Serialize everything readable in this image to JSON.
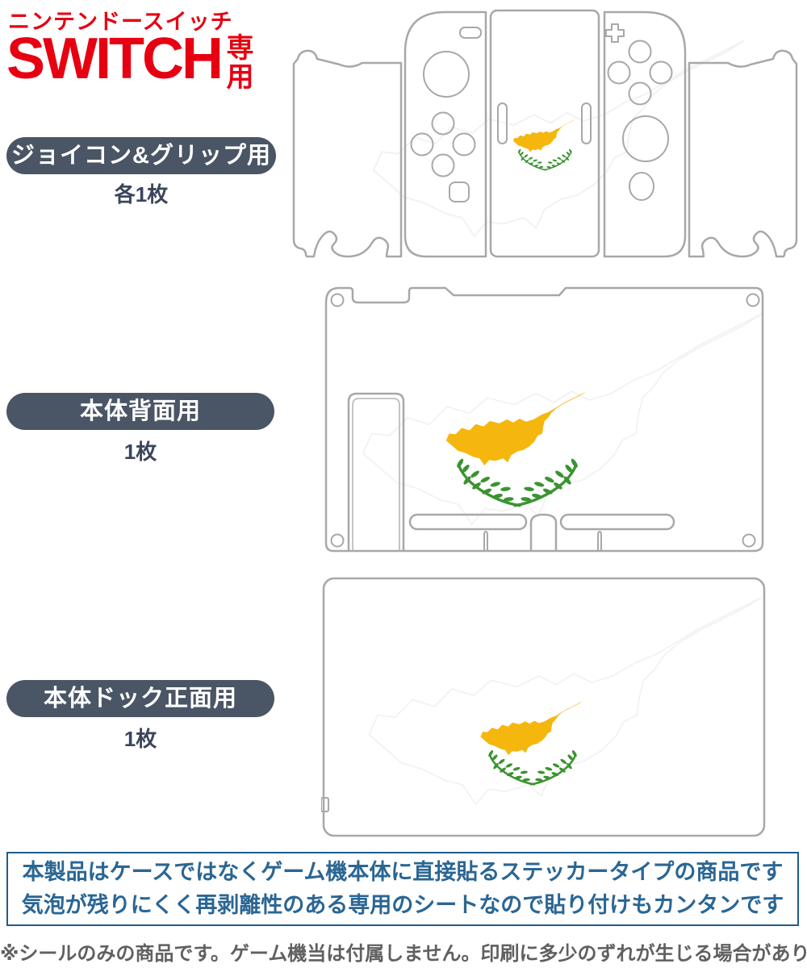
{
  "header": {
    "subtitle": "ニンテンドースイッチ",
    "title": "SWITCH",
    "title_suffix": "専用"
  },
  "sections": [
    {
      "id": "joycon-grip",
      "label": "ジョイコン&グリップ用",
      "count": "各1枚"
    },
    {
      "id": "console-back",
      "label": "本体背面用",
      "count": "1枚"
    },
    {
      "id": "dock-front",
      "label": "本体ドック正面用",
      "count": "1枚"
    }
  ],
  "info_box": {
    "line1": "本製品はケースではなくゲーム機本体に直接貼るステッカータイプの商品です",
    "line2": "気泡が残りにくく再剥離性のある専用のシートなので貼り付けもカンタンです"
  },
  "footnote": "※シールのみの商品です。ゲーム機当は付属しません。印刷に多少のずれが生じる場合があります",
  "flag": {
    "country": "Cyprus",
    "island_color": "#f5b60e",
    "wreath_color": "#3b9330"
  },
  "colors": {
    "accent_red": "#e60012",
    "pill_bg": "#4a5565",
    "count_text": "#3b455a",
    "outline_gray": "#a8a8a8",
    "watermark": "#f1f1f1",
    "info_border": "#1f5c8b",
    "info_text": "#2a6694",
    "footnote_text": "#606060"
  }
}
